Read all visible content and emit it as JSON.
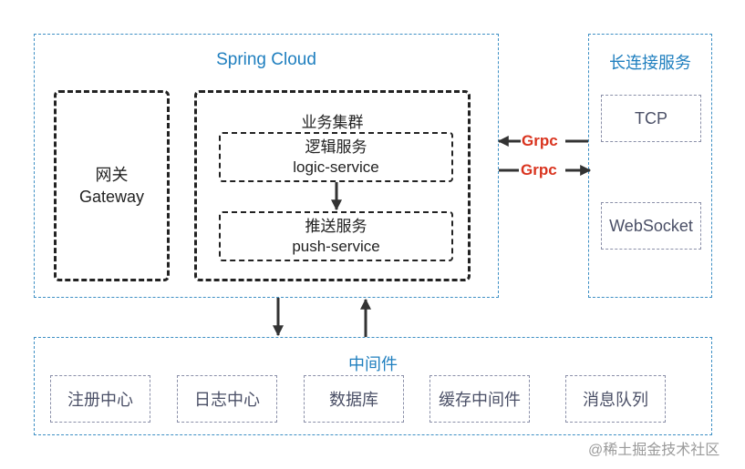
{
  "spring_cloud": {
    "title": "Spring Cloud",
    "gateway": {
      "line1": "网关",
      "line2": "Gateway"
    },
    "business_cluster": {
      "title": "业务集群",
      "logic_service": {
        "line1": "逻辑服务",
        "line2": "logic-service"
      },
      "push_service": {
        "line1": "推送服务",
        "line2": "push-service"
      }
    }
  },
  "long_connection": {
    "title": "长连接服务",
    "tcp": "TCP",
    "websocket": "WebSocket"
  },
  "arrows": {
    "grpc_in": "Grpc",
    "grpc_out": "Grpc"
  },
  "middleware": {
    "title": "中间件",
    "items": [
      "注册中心",
      "日志中心",
      "数据库",
      "缓存中间件",
      "消息队列"
    ]
  },
  "watermark": "@稀土掘金技术社区",
  "colors": {
    "blue": "#3d8fc4",
    "title_blue": "#1f7fbf",
    "grpc_red": "#d9341f",
    "dark": "#222222",
    "grey": "#8a8fa8"
  }
}
